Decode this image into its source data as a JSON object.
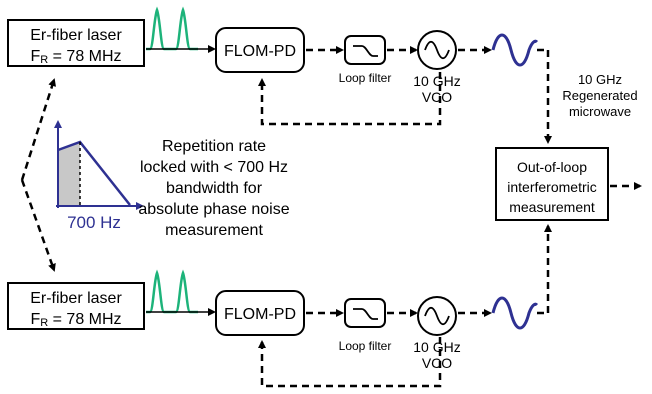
{
  "top_chain": {
    "laser_line1": "Er-fiber laser",
    "laser_fr": "F",
    "laser_fr_sub": "R",
    "laser_rate": " = 78 MHz",
    "flom_pd": "FLOM-PD",
    "loop_filter": "Loop filter",
    "vco_line1": "10 GHz",
    "vco_line2": "VCO"
  },
  "bottom_chain": {
    "laser_line1": "Er-fiber laser",
    "laser_fr": "F",
    "laser_fr_sub": "R",
    "laser_rate": " = 78 MHz",
    "flom_pd": "FLOM-PD",
    "loop_filter": "Loop filter",
    "vco_line1": "10 GHz",
    "vco_line2": "VCO"
  },
  "regenerated": {
    "line1": "10 GHz",
    "line2": "Regenerated",
    "line3": "microwave"
  },
  "measurement": {
    "line1": "Out-of-loop",
    "line2": "interferometric",
    "line3": "measurement"
  },
  "caption": {
    "line1": "Repetition rate",
    "line2": "locked with < 700 Hz",
    "line3": "bandwidth for",
    "line4": "absolute phase noise",
    "line5": "measurement"
  },
  "inset": {
    "freq_label": "700 Hz"
  },
  "colors": {
    "pulse": "#1db37a",
    "wave": "#2e3192",
    "inset_axes": "#2e3192",
    "inset_fill": "#c8c8c8"
  }
}
